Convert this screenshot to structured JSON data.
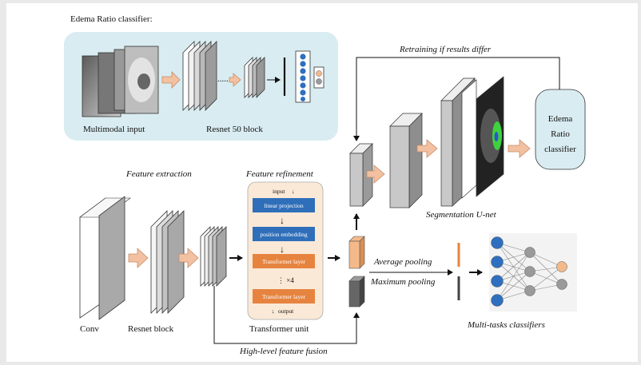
{
  "diagram": {
    "title": "Edema Ratio classifier:",
    "edema_panel": {
      "multimodal_label": "Multimodal input",
      "resnet50_label": "Resnet 50 block",
      "dots": "......"
    },
    "labels": {
      "feature_extraction": "Feature extraction",
      "feature_refinement": "Feature refinement",
      "conv": "Conv",
      "resnet_block": "Resnet block",
      "transformer_unit": "Transformer unit",
      "high_level_fusion": "High-level feature fusion",
      "segmentation_unet": "Segmentation U-net",
      "retraining": "Retraining if results differ",
      "average_pooling": "Average pooling",
      "maximum_pooling": "Maximum pooling",
      "multi_task": "Multi-tasks classifiers"
    },
    "edema_box": {
      "line1": "Edema",
      "line2": "Ratio",
      "line3": "classifier"
    },
    "transformer": {
      "input": "input",
      "linear_projection": "linear projection",
      "position_embedding": "position embedding",
      "transformer_layer_1": "Transformer layer",
      "repeat": "⋮ ×4",
      "transformer_layer_2": "Transformer layer",
      "output": "output"
    },
    "colors": {
      "panel_bg": "#d9ecf1",
      "arrow_fill": "#f2c1a1",
      "arrow_stroke": "#c88a66",
      "unit_bg": "#fbe9d7",
      "blue_box": "#2f6fba",
      "orange_box": "#e6843f",
      "neuron_blue": "#2e6fbf",
      "neuron_gray": "#9a9a9a",
      "neuron_orange": "#f4b98a",
      "seg_mask": "#3fd13f"
    }
  }
}
